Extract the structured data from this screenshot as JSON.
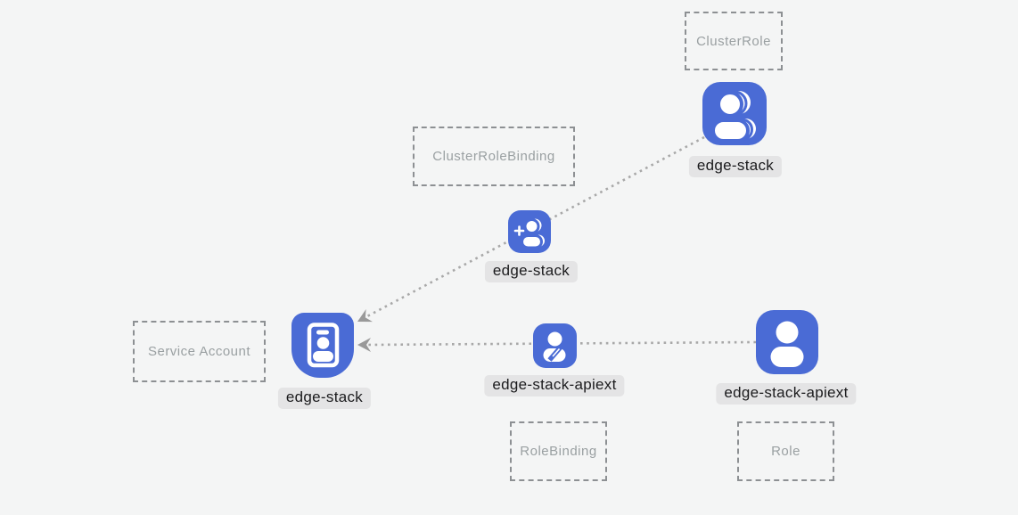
{
  "colors": {
    "background": "#f4f5f5",
    "node_blue": "#4a6bd5",
    "pill_background": "#e4e4e5",
    "pill_text": "#1b1b1d",
    "dashed_border": "#8d9093",
    "box_text": "#9aa0a2",
    "edge_gray": "#a8a8a8",
    "arrowhead_gray": "#999999"
  },
  "diagram": {
    "type_boxes": [
      {
        "label": "ClusterRole"
      },
      {
        "label": "ClusterRoleBinding"
      },
      {
        "label": "Service Account"
      },
      {
        "label": "RoleBinding"
      },
      {
        "label": "Role"
      }
    ],
    "nodes": [
      {
        "label": "edge-stack",
        "icon": "users-icon"
      },
      {
        "label": "edge-stack",
        "icon": "person-add-icon"
      },
      {
        "label": "edge-stack",
        "icon": "id-badge-icon"
      },
      {
        "label": "edge-stack-apiext",
        "icon": "person-edit-icon"
      },
      {
        "label": "edge-stack-apiext",
        "icon": "person-icon"
      }
    ],
    "edges": [
      {
        "from": 0,
        "to": 2,
        "style": "dotted",
        "arrow": "into-node-2"
      },
      {
        "from": 4,
        "to": 2,
        "style": "dotted",
        "arrow": "into-node-2"
      }
    ]
  }
}
